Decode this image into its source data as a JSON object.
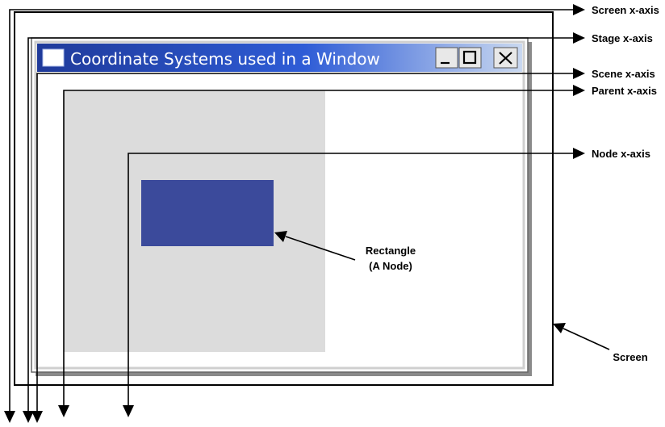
{
  "window": {
    "title": "Coordinate Systems used in a Window",
    "titlebar_gradient": [
      "#1f3a9a",
      "#2e5cd6",
      "#c9d8f0"
    ],
    "buttons": [
      {
        "name": "minimize-button",
        "glyph": "minimize-icon"
      },
      {
        "name": "maximize-button",
        "glyph": "maximize-icon"
      },
      {
        "name": "close-button",
        "glyph": "close-icon"
      }
    ]
  },
  "colors": {
    "parent_area": "#dcdcdc",
    "node_rect": "#3b4a9b"
  },
  "labels": {
    "screen_x_axis": "Screen x-axis",
    "stage_x_axis": "Stage x-axis",
    "scene_x_axis": "Scene x-axis",
    "parent_x_axis": "Parent x-axis",
    "node_x_axis": "Node x-axis",
    "rectangle_line1": "Rectangle",
    "rectangle_line2": "(A Node)",
    "screen": "Screen"
  }
}
